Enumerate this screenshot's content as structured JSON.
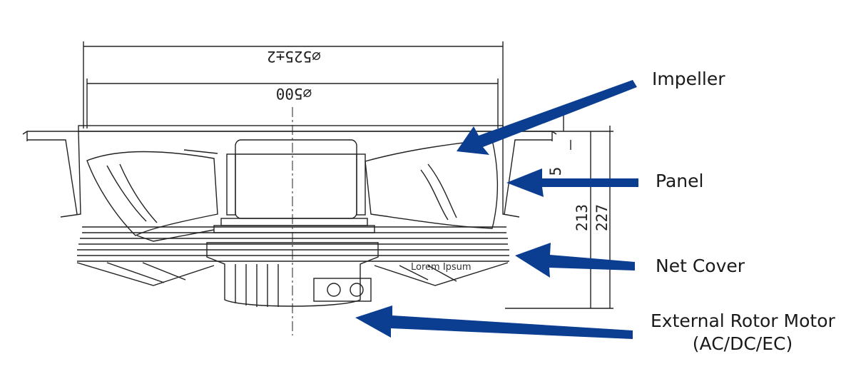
{
  "drawing": {
    "dim_outer": "⌀525±2",
    "dim_inner": "⌀500",
    "dim_height_1": "213",
    "dim_height_2": "227",
    "dim_small": "5",
    "inner_text": "Lorem Ipsum"
  },
  "callouts": {
    "impeller": "Impeller",
    "panel": "Panel",
    "net_cover": "Net Cover",
    "motor_line1": "External Rotor Motor",
    "motor_line2": "(AC/DC/EC)"
  },
  "colors": {
    "arrow": "#0b3d91",
    "line": "#222222"
  }
}
